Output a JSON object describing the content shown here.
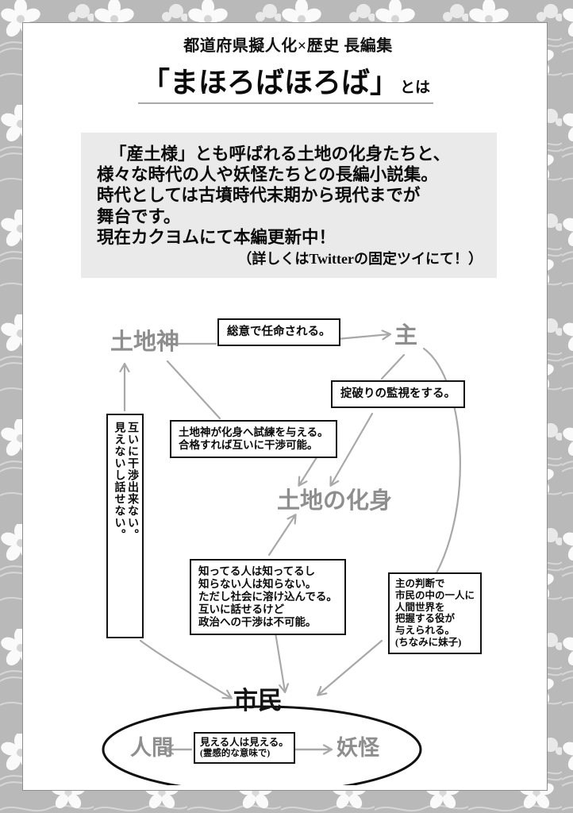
{
  "header": {
    "kicker": "都道府県擬人化×歴史 長編集",
    "title": "「まほろばほろば」",
    "title_suffix": "とは"
  },
  "description": {
    "lines": [
      "「産土様」とも呼ばれる土地の化身たちと、",
      "様々な時代の人や妖怪たちとの長編小説集。",
      "時代としては古墳時代末期から現代までが",
      "舞台です。",
      "現在カクヨムにて本編更新中！"
    ],
    "note": "（詳しくはTwitterの固定ツイにて！）"
  },
  "diagram": {
    "nodes": {
      "tochigami": "土地神",
      "nushi": "主",
      "keshin": "土地の化身",
      "shimin": "市民",
      "ningen": "人間",
      "youkai": "妖怪"
    },
    "annotations": {
      "appoint": [
        "総意で任命される。"
      ],
      "watch": [
        "掟破りの監視をする。"
      ],
      "trial": [
        "土地神が化身へ試練を与える。",
        "合格すれば互いに干渉可能。"
      ],
      "vertical": [
        "互いに干渉出来ない。",
        "見えないし話せない。"
      ],
      "know": [
        "知ってる人は知ってるし",
        "知らない人は知らない。",
        "ただし社会に溶け込んでる。",
        "互いに話せるけど",
        "政治への干渉は不可能。"
      ],
      "judge": [
        "主の判断で",
        "市民の中の一人に",
        "人間世界を",
        "把握する役が",
        "与えられる。",
        "(ちなみに妹子)"
      ],
      "visible": [
        "見える人は見える。",
        "(霊感的な意味で)"
      ]
    }
  },
  "colors": {
    "background": "#b9b9b9",
    "panel": "#ffffff",
    "desc_box": "#eaeaea",
    "node_gray": "#8e8e8e",
    "arrow_gray": "#a8a8a8",
    "ink": "#0a0a0a",
    "rule": "#a9a9a9"
  }
}
